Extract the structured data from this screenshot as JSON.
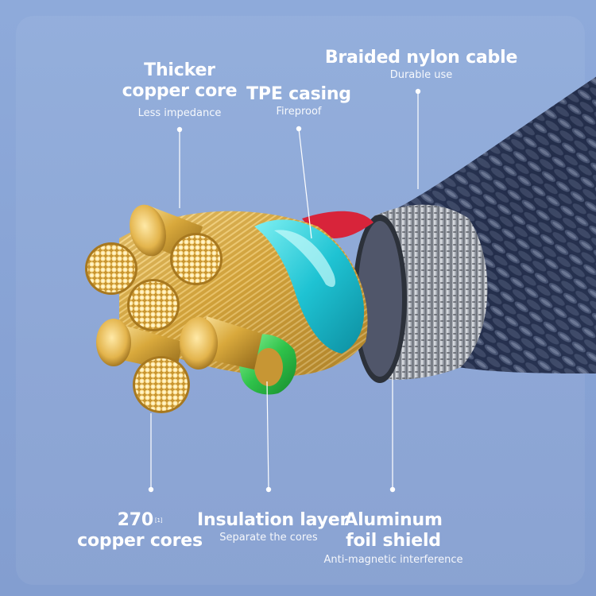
{
  "labels": {
    "thicker_core": {
      "title_line1": "Thicker",
      "title_line2": "copper core",
      "sub": "Less impedance"
    },
    "tpe_casing": {
      "title": "TPE casing",
      "sub": "Fireproof"
    },
    "braided_cable": {
      "title": "Braided nylon cable",
      "sub": "Durable use"
    },
    "copper_cores": {
      "title_line1": "270",
      "footnote": "[1]",
      "title_line2": "copper cores"
    },
    "insulation_layer": {
      "title": "Insulation layer",
      "sub": "Separate the cores"
    },
    "aluminum_foil": {
      "title_line1": "Aluminum",
      "title_line2": "foil shield",
      "sub": "Anti-magnetic interference"
    }
  },
  "colors": {
    "background": "#8aa4d6",
    "copper": "#d9a93c",
    "tpe_casing": "#2cc8d6",
    "insulation": "#3ccf5a",
    "inner_red": "#d8243a",
    "foil": "#b8bcc4",
    "braid": "#2a3552",
    "pointer": "#ffffff"
  }
}
